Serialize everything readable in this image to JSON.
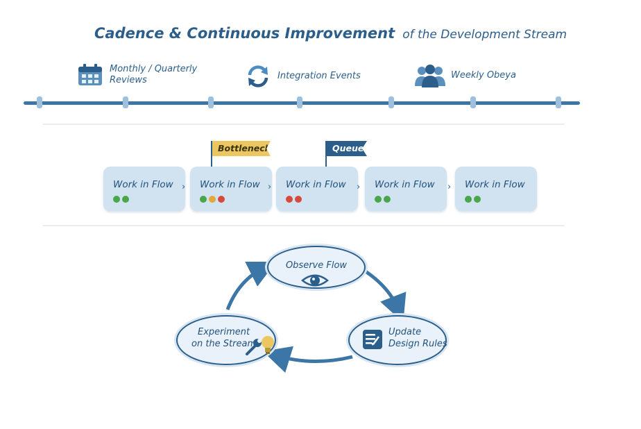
{
  "title": {
    "main": "Cadence & Continuous Improvement",
    "sub": "of the Development Stream"
  },
  "cadence_events": [
    {
      "label": "Monthly / Quarterly Reviews",
      "icon": "calendar-icon"
    },
    {
      "label": "Integration Events",
      "icon": "sync-arrows-icon"
    },
    {
      "label": "Weekly Obeya",
      "icon": "team-group-icon"
    }
  ],
  "stages": [
    {
      "label": "Work in Flow",
      "dots": [
        "green",
        "green"
      ]
    },
    {
      "label": "Work in Flow",
      "dots": [
        "green",
        "orange",
        "red"
      ]
    },
    {
      "label": "Work in Flow",
      "dots": [
        "red",
        "red"
      ]
    },
    {
      "label": "Work in Flow",
      "dots": [
        "green",
        "green"
      ]
    },
    {
      "label": "Work in Flow",
      "dots": [
        "green",
        "green"
      ]
    }
  ],
  "flags": {
    "bottleneck": "Bottleneck",
    "queue": "Queue"
  },
  "cycle": {
    "observe": "Observe Flow",
    "update_line1": "Update",
    "update_line2": "Design Rules",
    "experiment_line1": "Experiment",
    "experiment_line2": "on the Stream"
  },
  "colors": {
    "primary": "#2b5e8a",
    "stage_fill": "#d1e3f1",
    "green": "#4aa64a",
    "orange": "#e5a83a",
    "red": "#d64a3c",
    "flag_bottleneck": "#ecc661"
  }
}
